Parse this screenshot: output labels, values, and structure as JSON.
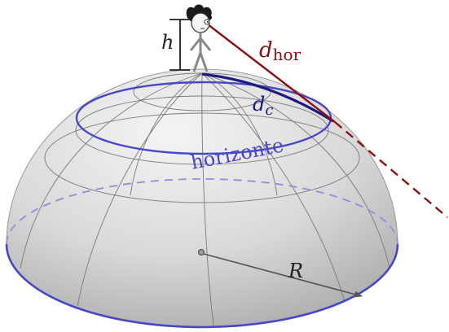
{
  "labels": {
    "h": "h",
    "d_hor_main": "d",
    "d_hor_sub": "hor",
    "d_c_main": "d",
    "d_c_sub": "c",
    "horizon": "horizonte",
    "R": "R"
  },
  "colors": {
    "horizon_blue": "#4747c8",
    "dc_navy": "#1a1a80",
    "tangent_red": "#8b1111",
    "grid": "#7a7a7a",
    "shell_light": "#f2f2f2",
    "shell_dark": "#aaaaaa"
  }
}
